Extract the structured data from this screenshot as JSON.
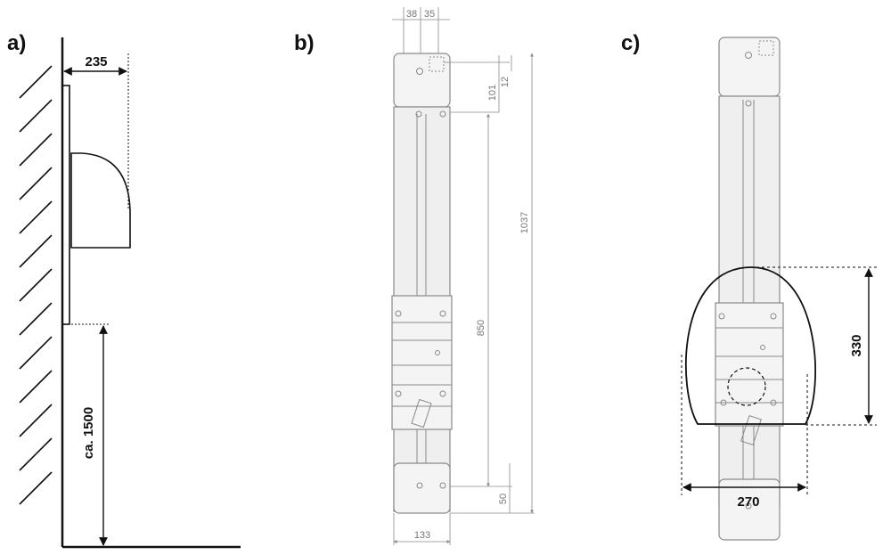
{
  "panels": {
    "a": {
      "label": "a)",
      "dim_depth": "235",
      "dim_height": "ca. 1500"
    },
    "b": {
      "label": "b)",
      "dim_top_left": "38",
      "dim_top_right": "35",
      "dim_total_height": "1037",
      "dim_top_offset": "101",
      "dim_top_small": "12",
      "dim_mid": "850",
      "dim_bottom": "50",
      "dim_width": "133"
    },
    "c": {
      "label": "c)",
      "dim_height": "330",
      "dim_width": "270"
    }
  }
}
